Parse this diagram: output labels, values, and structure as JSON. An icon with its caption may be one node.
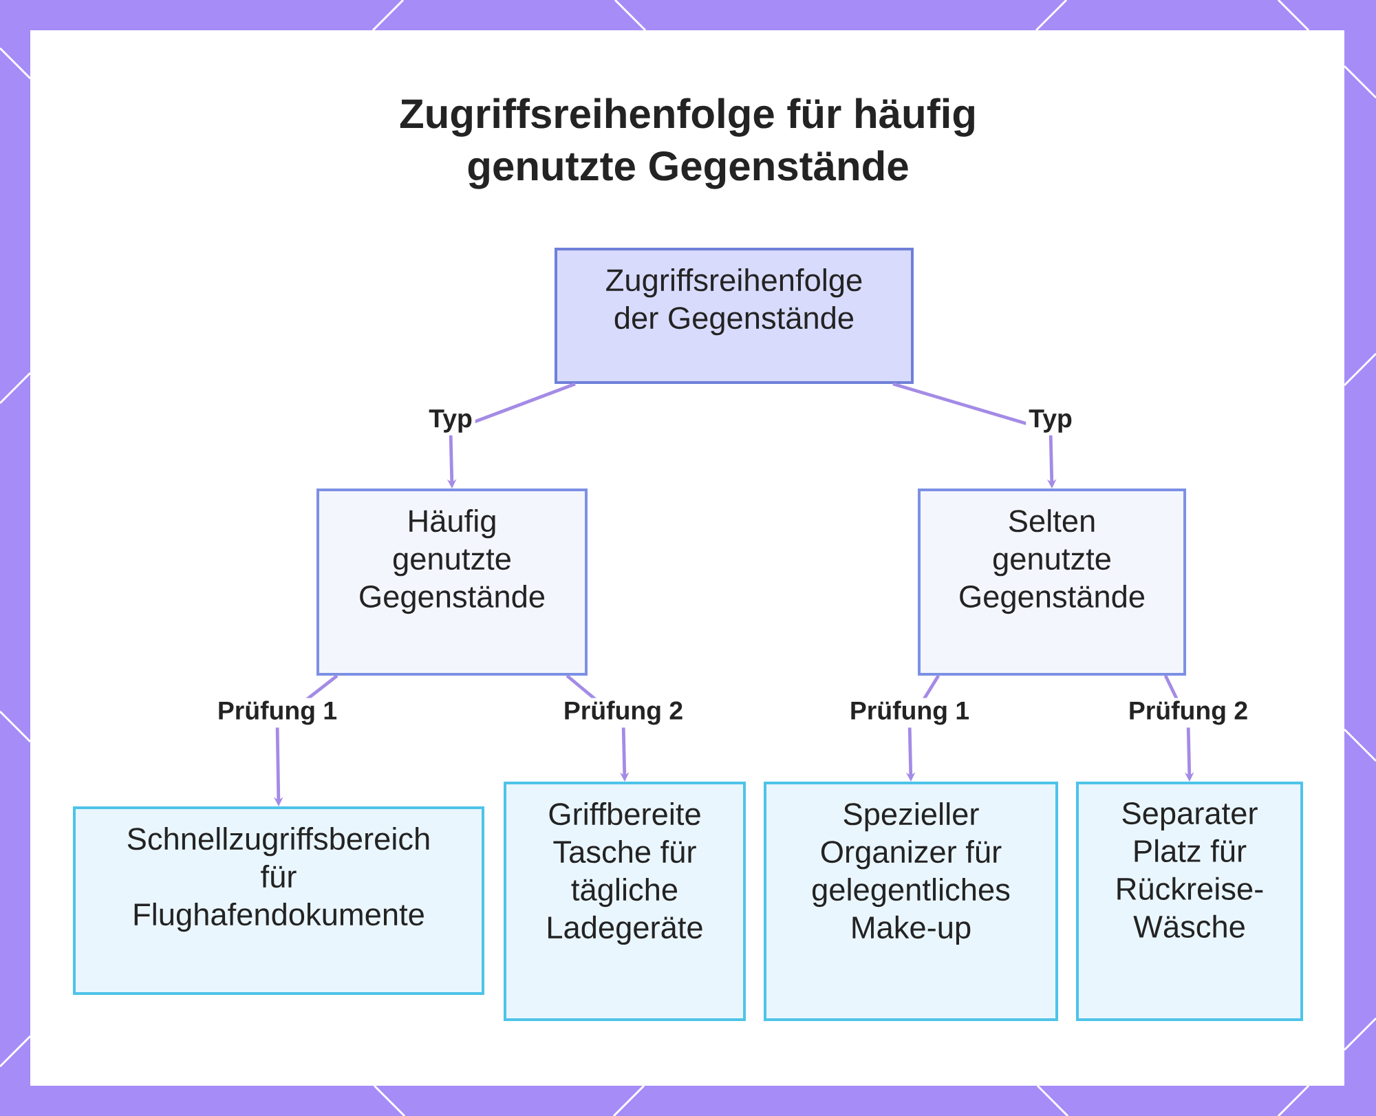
{
  "diagram": {
    "title": "Zugriffsreihenfolge für häufig genutzte Gegenstände",
    "nodes": [
      {
        "text": [
          "Zugriffsreihenfolge der Gegenstände"
        ]
      },
      {
        "text": [
          "Häufig genutzte Gegenstände"
        ]
      },
      {
        "text": [
          "Selten genutzte Gegenstände"
        ]
      },
      {
        "text": [
          "Schnellzugriffsbereich für Flughafendokumente"
        ]
      },
      {
        "text": [
          "Griffbereite Tasche für tägliche Ladegeräte"
        ]
      },
      {
        "text": [
          "Spezieller Organizer für gelegentliches Make-up"
        ]
      },
      {
        "text": [
          "Separater Platz für Rückreise-Wäsche"
        ]
      }
    ],
    "edges": [
      {
        "from": 0,
        "to": 1,
        "arrow": "to",
        "label": "Typ"
      },
      {
        "from": 0,
        "to": 2,
        "arrow": "to",
        "label": "Typ"
      },
      {
        "from": 1,
        "to": 3,
        "arrow": "to",
        "label": "Prüfung 1"
      },
      {
        "from": 1,
        "to": 4,
        "arrow": "to",
        "label": "Prüfung 2"
      },
      {
        "from": 2,
        "to": 5,
        "arrow": "to",
        "label": "Prüfung 1"
      },
      {
        "from": 2,
        "to": 6,
        "arrow": "to",
        "label": "Prüfung 2"
      }
    ]
  }
}
